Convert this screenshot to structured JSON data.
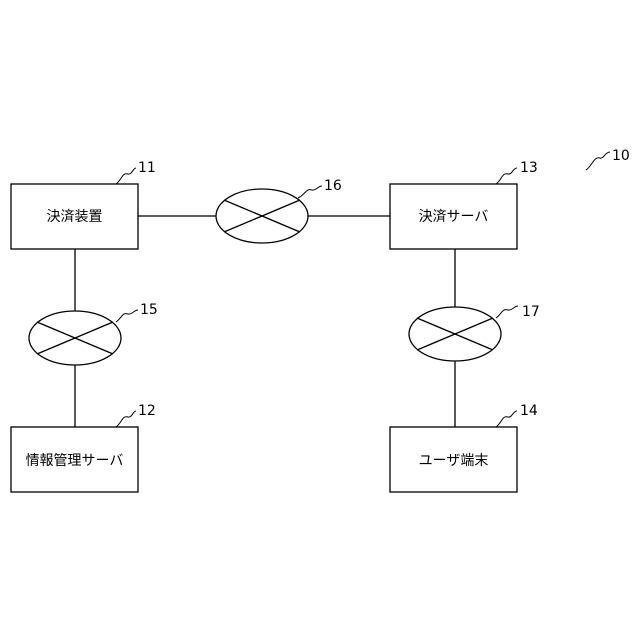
{
  "diagram": {
    "system_ref": "10",
    "nodes": {
      "payment_device": {
        "label": "決済装置",
        "ref": "11"
      },
      "info_mgmt_server": {
        "label": "情報管理サーバ",
        "ref": "12"
      },
      "payment_server": {
        "label": "決済サーバ",
        "ref": "13"
      },
      "user_terminal": {
        "label": "ユーザ端末",
        "ref": "14"
      }
    },
    "networks": {
      "net_15": {
        "ref": "15"
      },
      "net_16": {
        "ref": "16"
      },
      "net_17": {
        "ref": "17"
      }
    },
    "connections": [
      {
        "from": "payment_device",
        "via": "net_16",
        "to": "payment_server"
      },
      {
        "from": "payment_device",
        "via": "net_15",
        "to": "info_mgmt_server"
      },
      {
        "from": "payment_server",
        "via": "net_17",
        "to": "user_terminal"
      }
    ]
  }
}
